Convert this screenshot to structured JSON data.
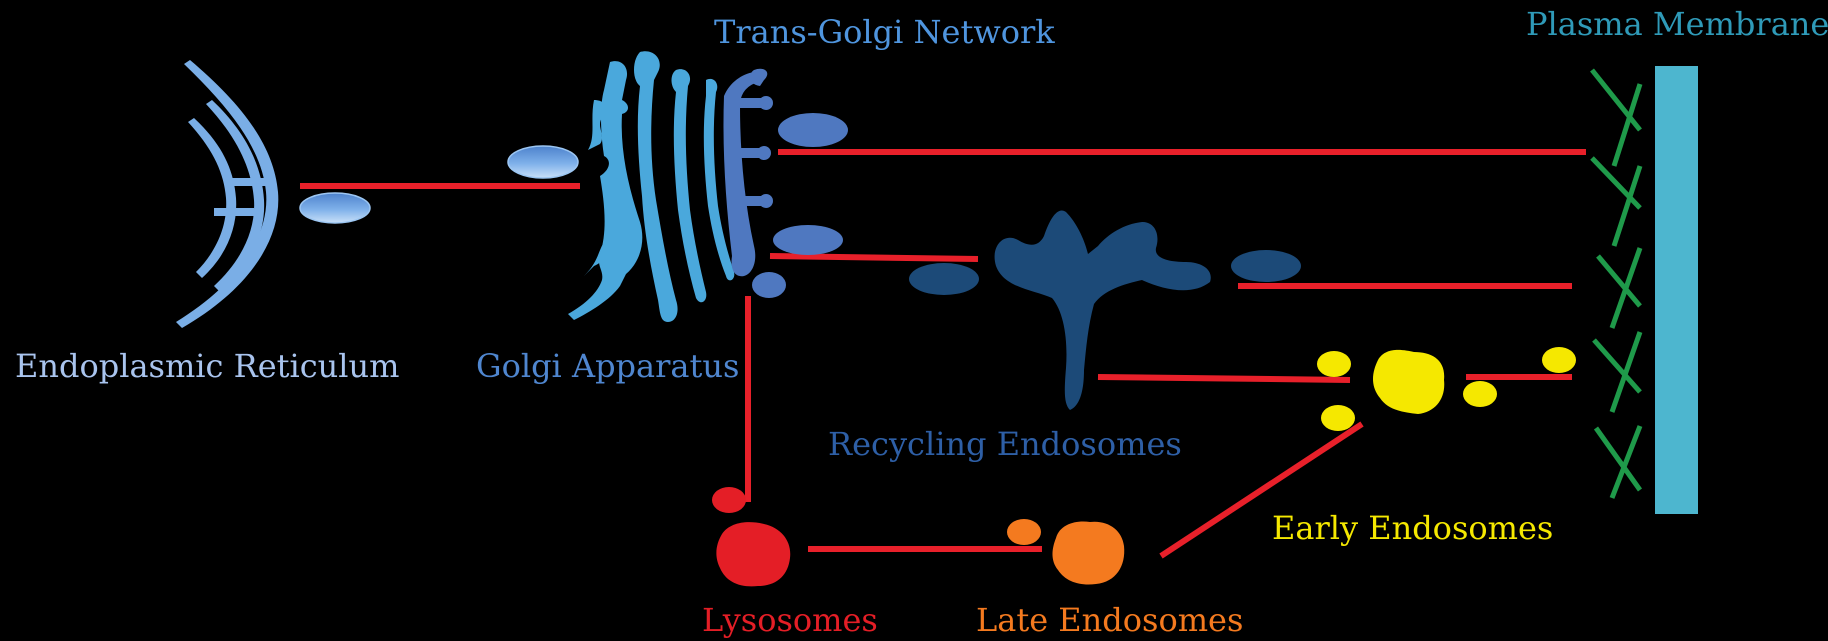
{
  "labels": {
    "endoplasmic_reticulum": "Endoplasmic Reticulum",
    "golgi_apparatus": "Golgi Apparatus",
    "trans_golgi_network": "Trans-Golgi Network",
    "plasma_membrane": "Plasma Membrane",
    "recycling_endosomes": "Recycling Endosomes",
    "early_endosomes": "Early Endosomes",
    "lysosomes": "Lysosomes",
    "late_endosomes": "Late Endosomes"
  },
  "colors": {
    "background": "#000000",
    "pathway_line": "#e8202a",
    "er": "#7aaee6",
    "golgi": "#4aa8dc",
    "tgn": "#4f78c0",
    "vesicle": "#6f9fdc",
    "recycling": "#1c4a78",
    "early": "#f5e800",
    "late": "#f47a1f",
    "lysosome": "#e41e26",
    "membrane": "#4db6cf",
    "receptor": "#1f9a4a",
    "label_er": "#a9c4ee",
    "label_golgi": "#4f86cf",
    "label_tgn": "#4f95de",
    "label_pm": "#2f9ab8",
    "label_recycling": "#2e5fa6",
    "label_early": "#f5e800",
    "label_lysosomes": "#e41e26",
    "label_late": "#f47a1f"
  }
}
